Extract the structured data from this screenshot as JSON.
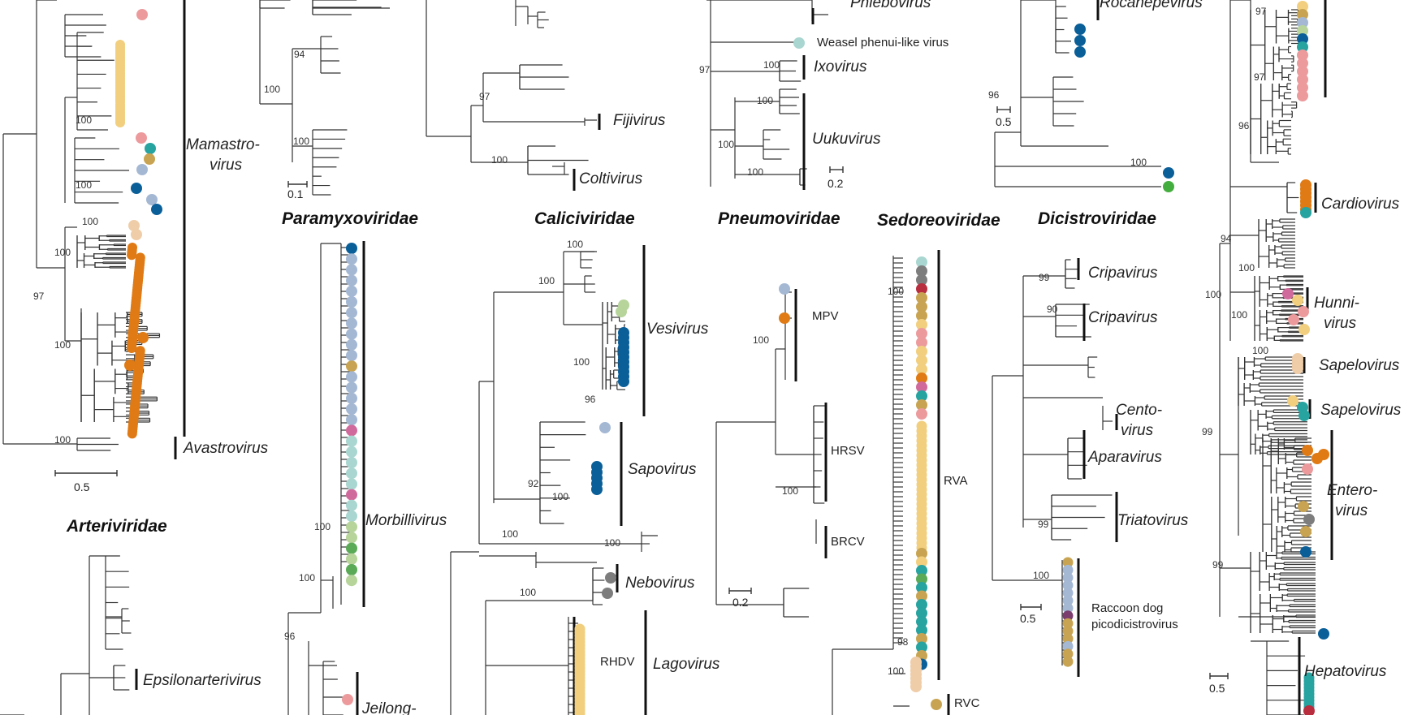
{
  "colors": {
    "branch": "#333333",
    "dot_yellow": "#f1cf7f",
    "dot_orange": "#e07a14",
    "dot_pink": "#ec9a9c",
    "dot_teal": "#27a3a0",
    "dot_blue": "#0a5f99",
    "dot_lightblue": "#a4b8d4",
    "dot_khaki": "#c8a452",
    "dot_peach": "#efcda8",
    "dot_paleteal": "#a9d6d0",
    "dot_lightgreen": "#b7d49b",
    "dot_green": "#5aaa57",
    "dot_grey": "#7d7d7d",
    "dot_magenta": "#d16a9c",
    "dot_red": "#b82e3e",
    "dot_purple": "#7a3d6e",
    "dot_lime": "#43ae3e"
  },
  "families": {
    "paramyxoviridae": "Paramyxoviridae",
    "caliciviridae": "Caliciviridae",
    "pneumoviridae": "Pneumoviridae",
    "sedoreoviridae": "Sedoreoviridae",
    "dicistroviridae": "Dicistroviridae",
    "arteriviridae": "Arteriviridae"
  },
  "genera": {
    "mamastrovirus_1": "Mamastro-",
    "mamastrovirus_2": "virus",
    "avastrovirus": "Avastrovirus",
    "epsilonarterivirus": "Epsilonarterivirus",
    "morbillivirus": "Morbillivirus",
    "jeilong": "Jeilong-",
    "fijivirus": "Fijivirus",
    "coltivirus": "Coltivirus",
    "vesivirus": "Vesivirus",
    "sapovirus": "Sapovirus",
    "nebovirus": "Nebovirus",
    "lagovirus": "Lagovirus",
    "phlebovirus": "Phlebovirus",
    "ixovirus": "Ixovirus",
    "uukuvirus": "Uukuvirus",
    "rocahepevirus": "Rocahepevirus",
    "cripavirus_a": "Cripavirus",
    "cripavirus_b": "Cripavirus",
    "centovirus_1": "Cento-",
    "centovirus_2": "virus",
    "aparavirus": "Aparavirus",
    "triatovirus": "Triatovirus",
    "cardiovirus": "Cardiovirus",
    "hunnivirus_1": "Hunni-",
    "hunnivirus_2": "virus",
    "sapelovirus_a": "Sapelovirus",
    "sapelovirus_b": "Sapelovirus",
    "enterovirus_1": "Entero-",
    "enterovirus_2": "virus",
    "hepatovirus": "Hepatovirus"
  },
  "labels": {
    "weasel": "Weasel phenui-like virus",
    "rhdv": "RHDV",
    "mpv": "MPV",
    "hrsv": "HRSV",
    "brcv": "BRCV",
    "rva": "RVA",
    "rvc": "RVC",
    "raccoon_1": "Raccoon dog",
    "raccoon_2": "picodicistrovirus"
  },
  "scale_bars": {
    "astro": "0.5",
    "paramyxo": "0.1",
    "phenui": "0.2",
    "pneumo": "0.2",
    "hepe": "0.5",
    "dicistro": "0.5",
    "picorna": "0.5"
  },
  "bootstrap": {
    "b1": "100",
    "b2": "100",
    "b3": "100",
    "b4": "100",
    "b5": "97",
    "b6": "100",
    "b7": "100",
    "b8": "94",
    "b9": "100",
    "b10": "100",
    "b11": "100",
    "b12": "96",
    "b13": "100",
    "b14": "97",
    "b15": "100",
    "b16": "100",
    "b17": "100",
    "b18": "96",
    "b19": "92",
    "b20": "100",
    "b21": "100",
    "b22": "100",
    "b23": "100",
    "b24": "100",
    "b25": "97",
    "b26": "100",
    "b27": "100",
    "b28": "100",
    "b29": "100",
    "b30": "100",
    "b31": "100",
    "b32": "98",
    "b33": "100",
    "b34": "100",
    "b35": "96",
    "b36": "100",
    "b37": "99",
    "b38": "90",
    "b39": "99",
    "b40": "100",
    "b41": "97",
    "b42": "97",
    "b43": "96",
    "b44": "94",
    "b45": "100",
    "b46": "100",
    "b47": "100",
    "b48": "100",
    "b49": "99",
    "b50": "99"
  }
}
